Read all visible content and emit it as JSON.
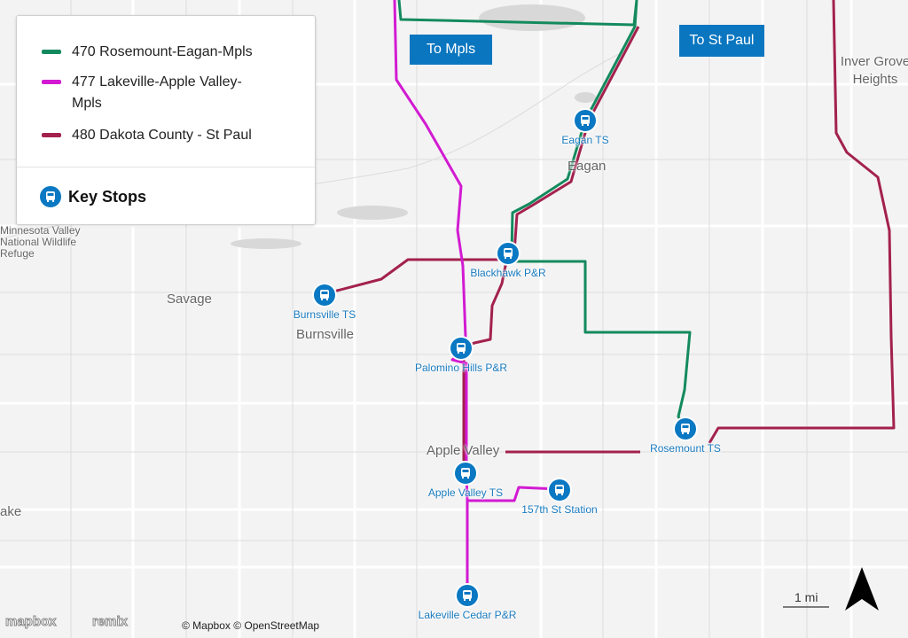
{
  "legend": {
    "routes": [
      {
        "label": "470 Rosemount-Eagan-Mpls",
        "color": "#138a5e"
      },
      {
        "label": "477 Lakeville-Apple Valley-Mpls",
        "color": "#d21ad2"
      },
      {
        "label": "480 Dakota County - St Paul",
        "color": "#a3214e"
      }
    ],
    "key_stops_label": "Key Stops"
  },
  "directions": {
    "to_mpls": "To Mpls",
    "to_st_paul": "To St Paul"
  },
  "places": {
    "inver_grove": "Inver Grove Heights",
    "eagan": "Eagan",
    "savage": "Savage",
    "burnsville": "Burnsville",
    "apple_valley": "Apple Valley",
    "lake": "ake",
    "refuge": "Minnesota Valley National Wildlife Refuge"
  },
  "stops": [
    {
      "name": "Eagan TS"
    },
    {
      "name": "Blackhawk P&R"
    },
    {
      "name": "Burnsville TS"
    },
    {
      "name": "Palomino Hills P&R"
    },
    {
      "name": "Rosemount TS"
    },
    {
      "name": "Apple Valley TS"
    },
    {
      "name": "157th St Station"
    },
    {
      "name": "Lakeville Cedar P&R"
    }
  ],
  "scale": "1 mi",
  "attribution": "© Mapbox © OpenStreetMap",
  "logos": {
    "mapbox": "mapbox",
    "remix": "remix"
  },
  "stop_icon_color": "#0a78c2"
}
